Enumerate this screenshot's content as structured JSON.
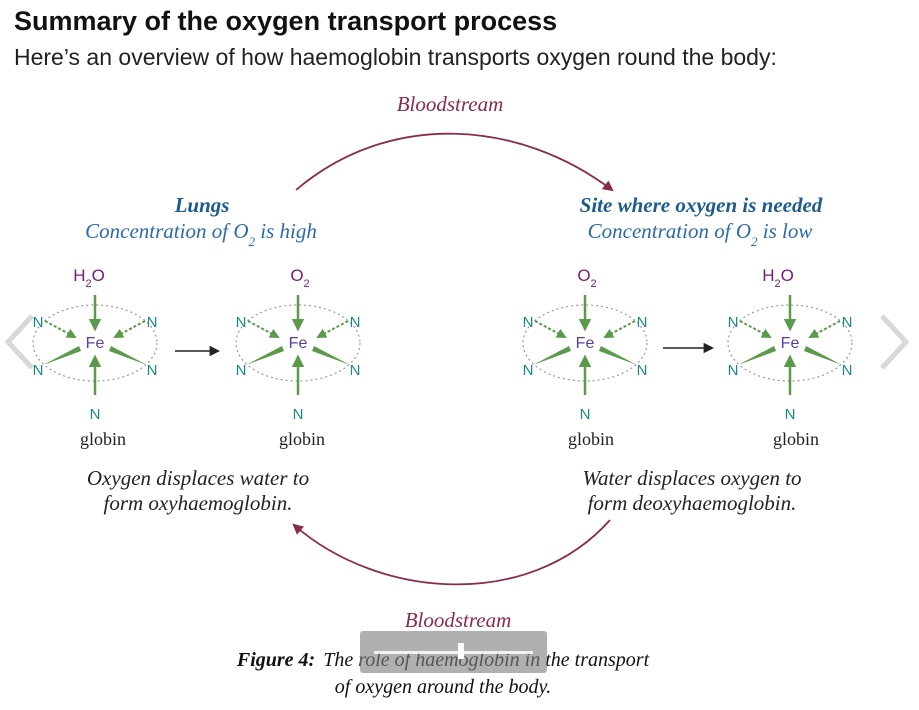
{
  "page": {
    "title": "Summary of the oxygen transport process",
    "intro": "Here’s an overview of how haemoglobin transports oxygen round the body:"
  },
  "diagram": {
    "bloodstream_top": "Bloodstream",
    "bloodstream_bottom": "Bloodstream",
    "lungs": {
      "title": "Lungs",
      "concentration_prefix": "Concentration of O",
      "concentration_sub": "2",
      "concentration_suffix": " is high",
      "description_line1": "Oxygen displaces water to",
      "description_line2": "form oxyhaemoglobin."
    },
    "tissue": {
      "title": "Site where oxygen is needed",
      "concentration_prefix": "Concentration of O",
      "concentration_sub": "2",
      "concentration_suffix": " is low",
      "description_line1": "Water displaces oxygen to",
      "description_line2": "form deoxyhaemoglobin."
    },
    "atoms": {
      "iron": "Fe",
      "nitrogen": "N",
      "water_h": "H",
      "water_sub": "2",
      "water_o": "O",
      "oxygen_o": "O",
      "oxygen_sub": "2",
      "globin": "globin"
    }
  },
  "caption": {
    "label": "Figure 4:",
    "line1": "The role of haemoglobin in the transport",
    "line2": "of oxygen around the body."
  },
  "colors": {
    "bloodstream": "#8a2a4e",
    "site_title": "#1d5b8f",
    "nitrogen": "#1a8a86",
    "iron": "#5a3fa0",
    "ligand": "#7a1a7a",
    "bond": "#5a9a4a"
  },
  "icons": {
    "prev": "chevron-left-icon",
    "next": "chevron-right-icon"
  }
}
